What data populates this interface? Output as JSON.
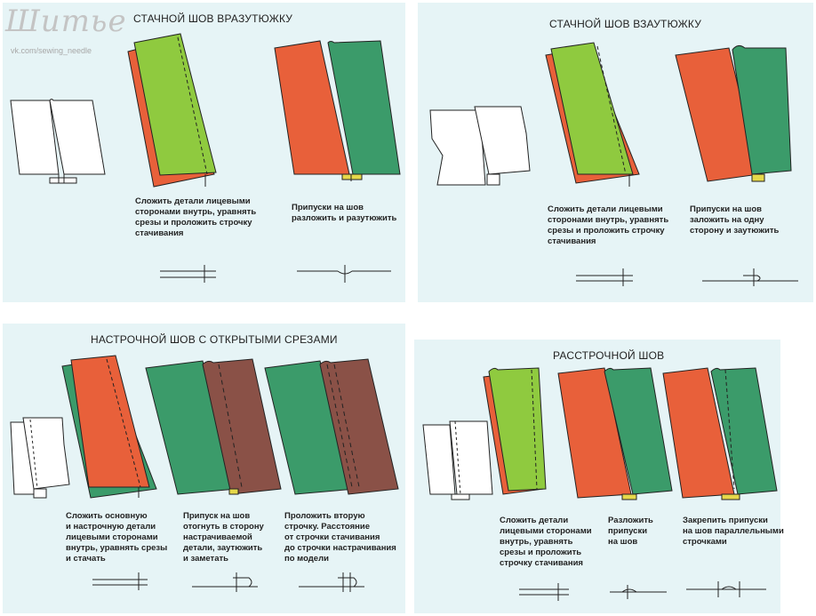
{
  "watermark": {
    "logo": "Шитье",
    "url": "vk.com/sewing_needle"
  },
  "colors": {
    "panel": "#e6f4f6",
    "green_light": "#8fca3f",
    "green_dark": "#3b9b6a",
    "orange": "#e8603a",
    "brown": "#8a5147",
    "outline": "#222222"
  },
  "panels": [
    {
      "title": "СТАЧНОЙ ШОВ ВРАЗУТЮЖКУ",
      "steps": [
        "Сложить детали лицевыми\nсторонами внутрь, уравнять\nсрезы и проложить строчку\nстачивания",
        "Припуски на шов\nразложить и разутюжить"
      ]
    },
    {
      "title": "СТАЧНОЙ ШОВ ВЗАУТЮЖКУ",
      "steps": [
        "Сложить детали лицевыми\nсторонами внутрь, уравнять\nсрезы и проложить строчку\nстачивания",
        "Припуски на шов\nзаложить на одну\nсторону и заутюжить"
      ]
    },
    {
      "title": "НАСТРОЧНОЙ ШОВ С ОТКРЫТЫМИ СРЕЗАМИ",
      "steps": [
        "Сложить основную\nи настрочную детали\nлицевыми сторонами\nвнутрь, уравнять срезы\nи стачать",
        "Припуск на шов\nотогнуть в сторону\nнастрачиваемой\nдетали, заутюжить\nи заметать",
        "Проложить вторую\nстрочку. Расстояние\nот строчки стачивания\nдо строчки настрачивания\nпо модели"
      ]
    },
    {
      "title": "РАССТРОЧНОЙ ШОВ",
      "steps": [
        "Сложить детали\nлицевыми сторонами\nвнутрь, уравнять\nсрезы и проложить\nстрочку стачивания",
        "Разложить\nприпуски\nна шов",
        "Закрепить припуски\nна шов параллельными\nстрочками"
      ]
    }
  ]
}
